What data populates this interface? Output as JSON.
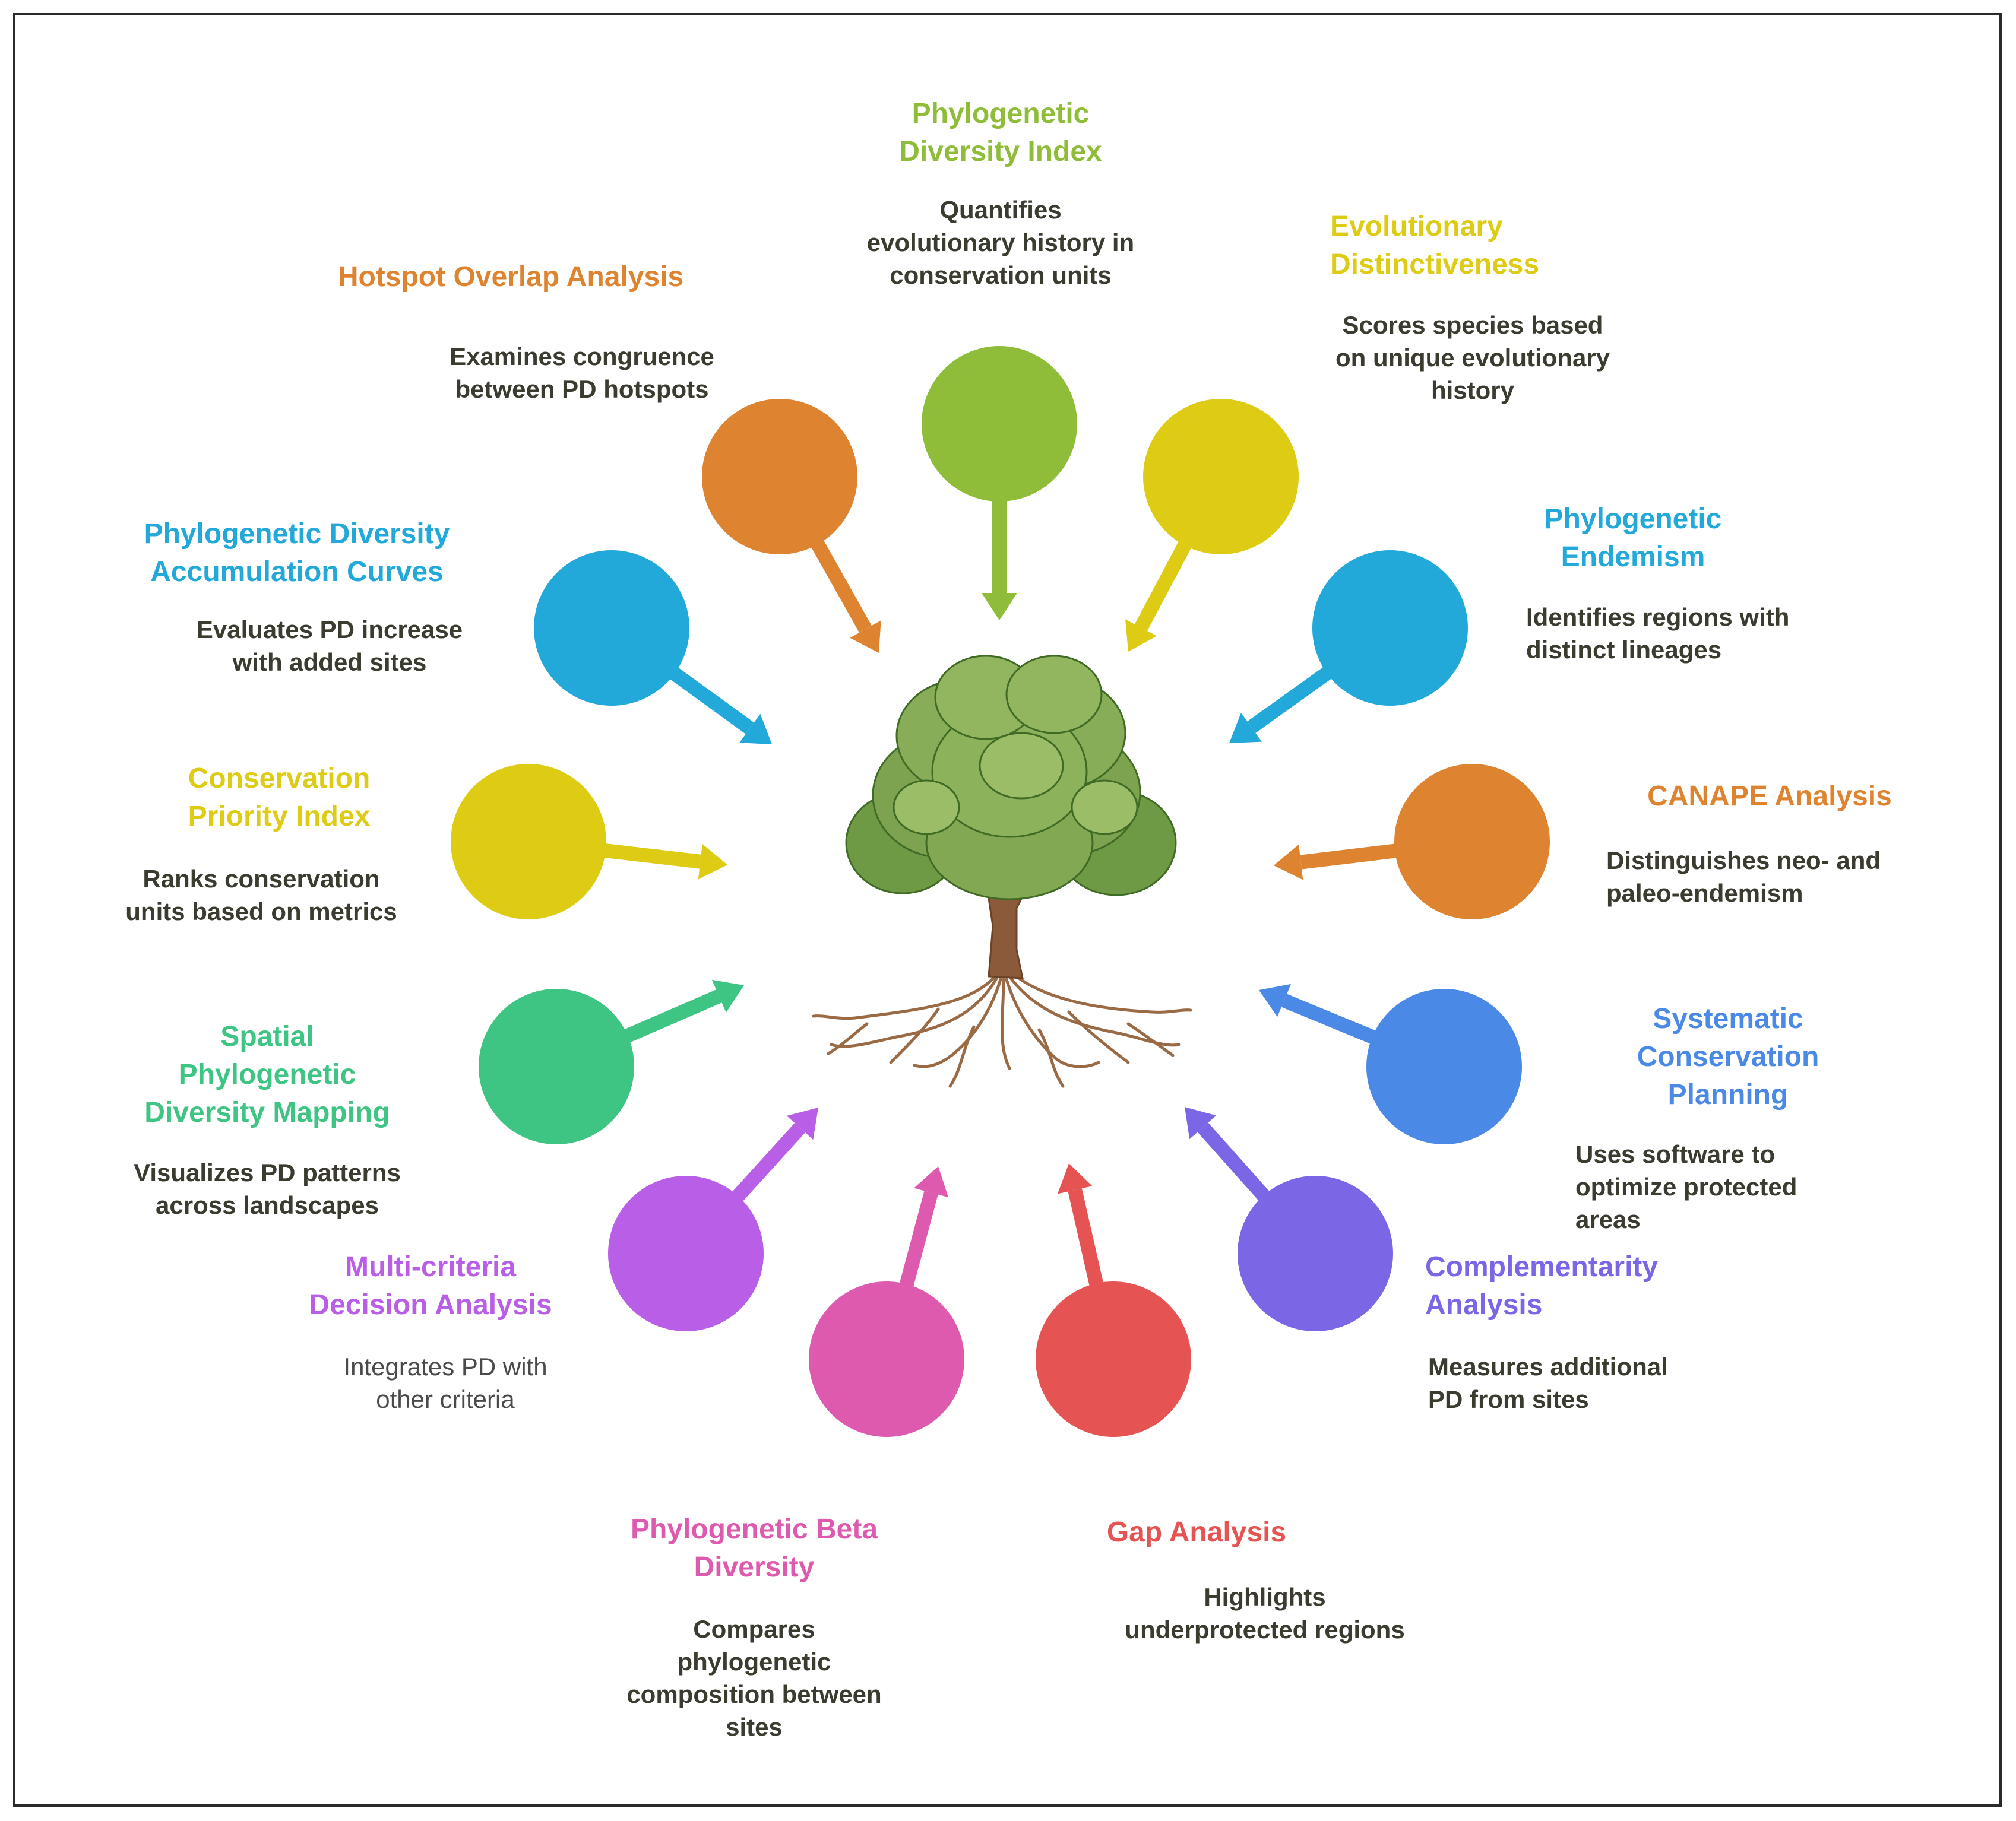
{
  "center": {
    "icon": "tree-with-roots-icon"
  },
  "nodes": [
    {
      "id": "phylogenetic-diversity-index",
      "title": "Phylogenetic\nDiversity Index",
      "desc": "Quantifies\nevolutionary history in\nconservation units",
      "color": "#8fbd3a"
    },
    {
      "id": "evolutionary-distinctiveness",
      "title": "Evolutionary\nDistinctiveness",
      "desc": "Scores species based\non unique evolutionary\nhistory",
      "color": "#decb14"
    },
    {
      "id": "phylogenetic-endemism",
      "title": "Phylogenetic\nEndemism",
      "desc": "Identifies regions with\ndistinct lineages",
      "color": "#22a9da"
    },
    {
      "id": "canape-analysis",
      "title": "CANAPE Analysis",
      "desc": "Distinguishes neo- and\npaleo-endemism",
      "color": "#de8430"
    },
    {
      "id": "systematic-conservation-planning",
      "title": "Systematic\nConservation\nPlanning",
      "desc": "Uses software to\noptimize protected\nareas",
      "color": "#4b89e6"
    },
    {
      "id": "complementarity-analysis",
      "title": "Complementarity\nAnalysis",
      "desc": "Measures additional\nPD from sites",
      "color": "#7b66e6"
    },
    {
      "id": "gap-analysis",
      "title": "Gap Analysis",
      "desc": "Highlights\nunderprotected regions",
      "color": "#e55452"
    },
    {
      "id": "phylogenetic-beta-diversity",
      "title": "Phylogenetic Beta\nDiversity",
      "desc": "Compares\nphylogenetic\ncomposition between\nsites",
      "color": "#de5aae"
    },
    {
      "id": "multi-criteria-decision-analysis",
      "title": "Multi-criteria\nDecision Analysis",
      "desc": "Integrates PD with\nother criteria",
      "color": "#b95ee6"
    },
    {
      "id": "spatial-phylogenetic-diversity-mapping",
      "title": "Spatial\nPhylogenetic\nDiversity Mapping",
      "desc": "Visualizes PD patterns\nacross landscapes",
      "color": "#3ec483"
    },
    {
      "id": "conservation-priority-index",
      "title": "Conservation\nPriority Index",
      "desc": "Ranks conservation\nunits based on metrics",
      "color": "#decb14"
    },
    {
      "id": "phylogenetic-diversity-accumulation-curves",
      "title": "Phylogenetic Diversity\nAccumulation Curves",
      "desc": "Evaluates PD increase\nwith added sites",
      "color": "#22a9da"
    },
    {
      "id": "hotspot-overlap-analysis",
      "title": "Hotspot Overlap Analysis",
      "desc": "Examines congruence\nbetween PD hotspots",
      "color": "#de8430"
    }
  ]
}
